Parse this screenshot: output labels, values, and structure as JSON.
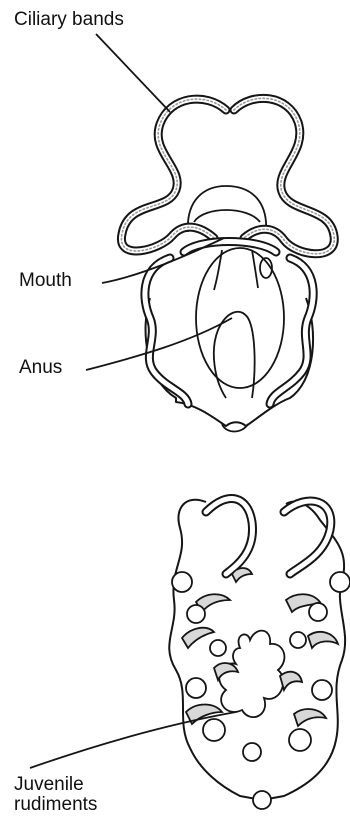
{
  "labels": {
    "ciliary_bands": "Ciliary bands",
    "mouth": "Mouth",
    "anus": "Anus",
    "juvenile_rudiments": "Juvenile rudiments"
  }
}
